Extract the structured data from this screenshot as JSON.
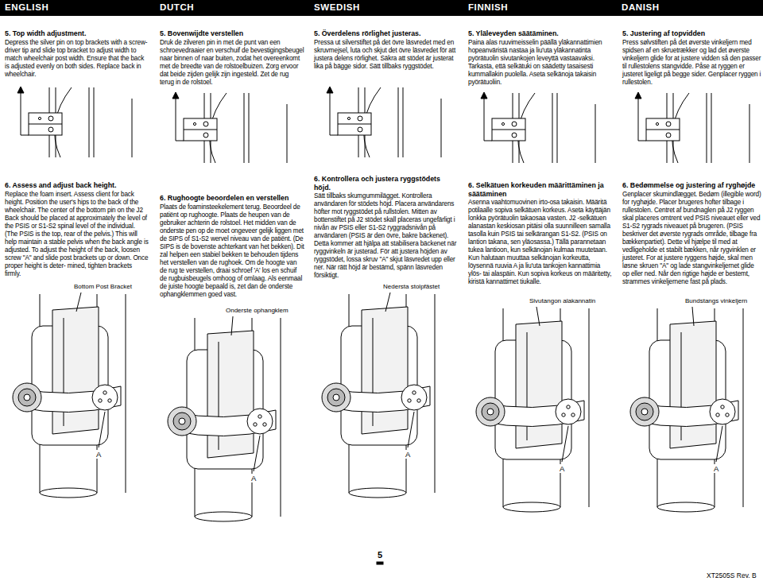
{
  "diagram": {
    "nodes": [
      {
        "text": [
          "ENGLISH",
          "DUTCH",
          "SWEDISH",
          "FINNISH",
          "DANISH"
        ]
      }
    ],
    "labels": [
      "5. Top width adjustment.",
      "Depress the silver pin on top brackets with a screw- driver tip and slide top bracket to adjust width to match wheelchair post width. Ensure that the back is adjusted evenly on both sides. Replace back in wheelchair.",
      "5. Bovenwijdte verstellen",
      "Druk de zilveren pin in met de punt van een schroevedraaier en verschuif de bevestigingsbeugel naar binnen of naar buiten, zodat het overeenkomt met de breedte van de rolstoelbuizen. Zorg ervoor dat beide zijden gelijk zijn ingesteld. Zet de rug terug in de rolstoel.",
      "5. Överdelens rörlighet justeras.",
      "Pressa ut silverstiftet på det övre läsvredet med en skruvmejsel, luta och skjut det övre läsvredet för att justera delens rörlighet. Säkra att stödet är justerat lika på bägge sidor. Sätt tillbaks ryggstödet.",
      "5. Yläleveyden säätäminen.",
      "Paina alas ruuvimeisselin päällä yläkannattimien hopeanväristä nastaa ja liu'uta yläkannatinta pyörätuolin sivutankojen leveyttä vastaavaksi. Tarkasta, että selkätuki on säädetty tasaisesti kummallakin puolella. Aseta selkänoja takaisin pyörätuoliin.",
      "5. Justering af topvidden",
      "Press sølvstiften på det øverste vinkeljern med spidsen af en skruetrækker og lad det øverste vinkeljern glide for at justere vidden så den passer til rullestolens stangvidde. Påse at ryggen er justeret ligeligt på begge sider. Genplacer ryggen i rullestolen.",
      "6. Assess and adjust back height.",
      "Replace the foam insert. Assess client for back height. Position the user's hips to the back of the wheelchair. The center of the bottom pin on the J2 Back should be placed at approximately the level of the PSIS or S1-S2 spinal level of the individual. (The PSIS is the top, rear of the pelvis.) This will help maintain a stable pelvis when the back angle is adjusted. To adjust the height of the back, loosen screw \"A\" and slide post brackets up or down. Once proper height is deter- mined, tighten brackets firmly.",
      "Bottom Post Bracket",
      "A",
      "6. Rughoogte beoordelen en verstellen",
      "Plaats de foaminsteekelement terug. Beoordeel de patiënt op rughoogte. Plaats de heupen van de gebruiker achterin de rolstoel. Het midden van de onderste pen op de moet ongeveer gelijk liggen met de SIPS of S1-S2 wervel niveau van de patiënt. (De SIPS is de bovenste achterkant van het bekken). Dit zal helpen een stabiel bekken te behouden tijdens het verstellen van de rughoek. Om de hoogte van de rug te verstellen, draai schroef 'A' los en schuif de rugbuisbeugels omhoog of omlaag. Als eenmaal de juiste hoogte bepaald is, zet dan de onderste ophangklemmen goed vast.",
      "Onderste ophangklem",
      "A",
      "6. Kontrollera och justera ryggstödets höjd.",
      "Sätt tillbaks skumgummilägget. Kontrollera användaren för stödets höjd. Placera användarens höfter mot ryggstödet på rullstolen. Mitten av bottenstiftet på J2 stödet skall placeras ungefärligt i nivån av PSIS eller S1-S2 ryggradsnivån på användaren (PSIS är den övre, bakre bäckenet). Detta kommer att hjälpa att stabilisera bäckenet när ryggvinkeln är justerad. För att justera höjden av ryggstödet, lossa skruv \"A\" skjut läsvredet upp eller ner. När rätt höjd är bestämd, spänn läsvreden försiktigt.",
      "Nedersta stolpfästet",
      "A",
      "6. Selkätuen korkeuden määrittäminen ja säätäminen",
      "Asenna vaahtomuovinen irto-osa takaisin. Määritä potilaalle sopiva selkätuen korkeus. Aseta käyttäjän lonkka pyörätuolin takaosaa vasten. J2 -selkätuen alanastan keskiosan pitäisi olla suunnilleen samalla tasolla kuin PSIS tai selkärangan S1-S2. (PSIS on lantion takana, sen yläosassa.) Tällä parannetaan tukea lantioon, kun selkänojan kulmaa muutetaan. Kun halutaan muuttaa selkänojan korkeutta, löysennä ruuvia A ja liu'uta tankojen kannattimia ylös- tai alaspäin. Kun sopiva korkeus on määritetty, kiristä kannattimet tiukalle.",
      "Sivutangon alakannatin",
      "A",
      "6. Bedømmelse og justering af ryghøjde",
      "Genplacer skumindlægget. Bedøm (illegible word) for ryghøjde. Placer brugeres hofter tilbage i rullestolen. Centret af bundnaglen på J2 ryggen skal placeres omtrent ved PSIS niveauet eller ved S1-S2 rygrads niveauet på brugeren. (PSIS beskriver det øverste rygrads område, tilbage fra bækkenpartiet). Dette vil hjælpe til med at vedligeholde et stabilt bækken, når rygvinklen er justeret. For at justere ryggens højde, skal men løsne skruen \"A\" og lade stangvinkeljernet glide op eller ned. Når den rigtige højde er bestemt, strammes vinkeljernene fast på plads.",
      "Bundstangs vinkeljern",
      "A",
      "5",
      "XT2505S Rev. B"
    ]
  }
}
